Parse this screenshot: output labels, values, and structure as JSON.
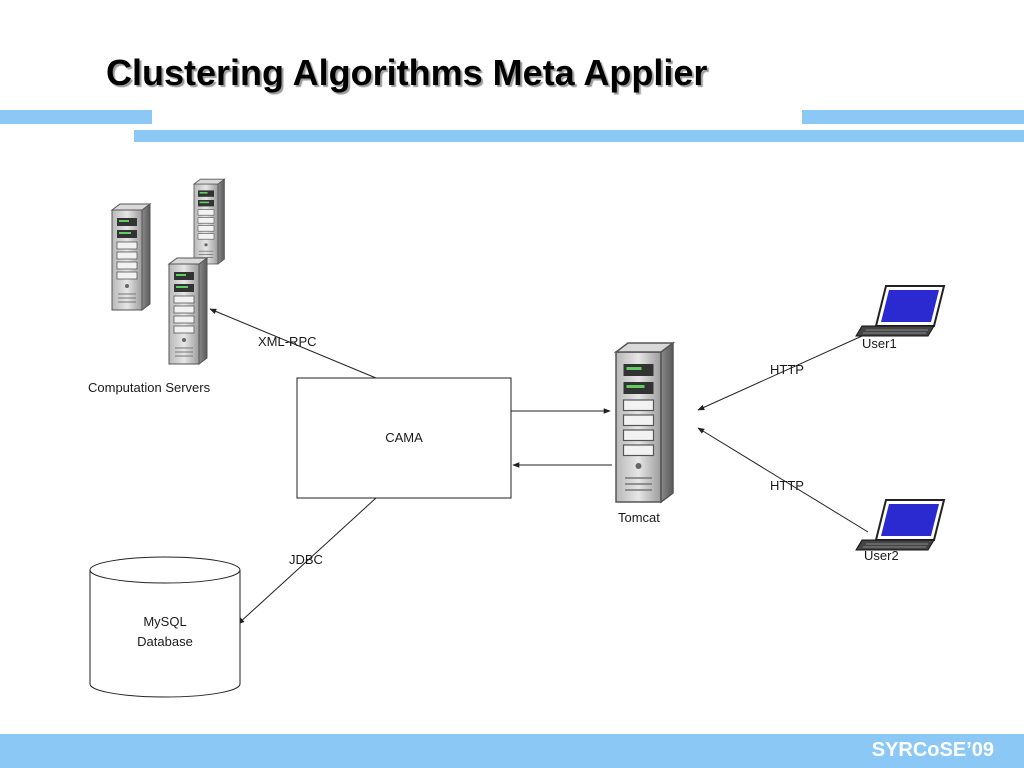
{
  "slide": {
    "title": "Clustering Algorithms Meta Applier",
    "footer": "SYRCoSE’09"
  },
  "diagram": {
    "servers_label": "Computation Servers",
    "protocol_xmlrpc": "XML-RPC",
    "cama_label": "CAMA",
    "tomcat_label": "Tomcat",
    "protocol_http_1": "HTTP",
    "protocol_http_2": "HTTP",
    "user1_label": "User1",
    "user2_label": "User2",
    "protocol_jdbc": "JDBC",
    "db_label_line1": "MySQL",
    "db_label_line2": "Database"
  },
  "colors": {
    "accent_bar": "#8cc8f5",
    "laptop_screen": "#2a2ad0"
  }
}
